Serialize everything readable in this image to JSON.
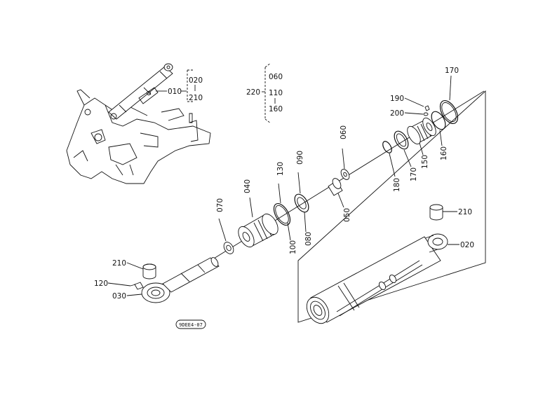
{
  "callouts": {
    "c010": "010",
    "c020_top": "020",
    "c210_top": "210",
    "c060_top": "060",
    "c110": "110",
    "c160_top": "160",
    "c220": "220",
    "c170_top": "170",
    "c190": "190",
    "c200": "200",
    "c060_mid": "060",
    "c130": "130",
    "c090": "090",
    "c040": "040",
    "c070": "070",
    "c050": "050",
    "c100": "100",
    "c080": "080",
    "c180": "180",
    "c170_mid": "170",
    "c150": "150",
    "c160_mid": "160",
    "c210_right": "210",
    "c020_right": "020",
    "c210_left": "210",
    "c120": "120",
    "c030": "030"
  },
  "stamp": {
    "code": "9DEE4-07"
  }
}
